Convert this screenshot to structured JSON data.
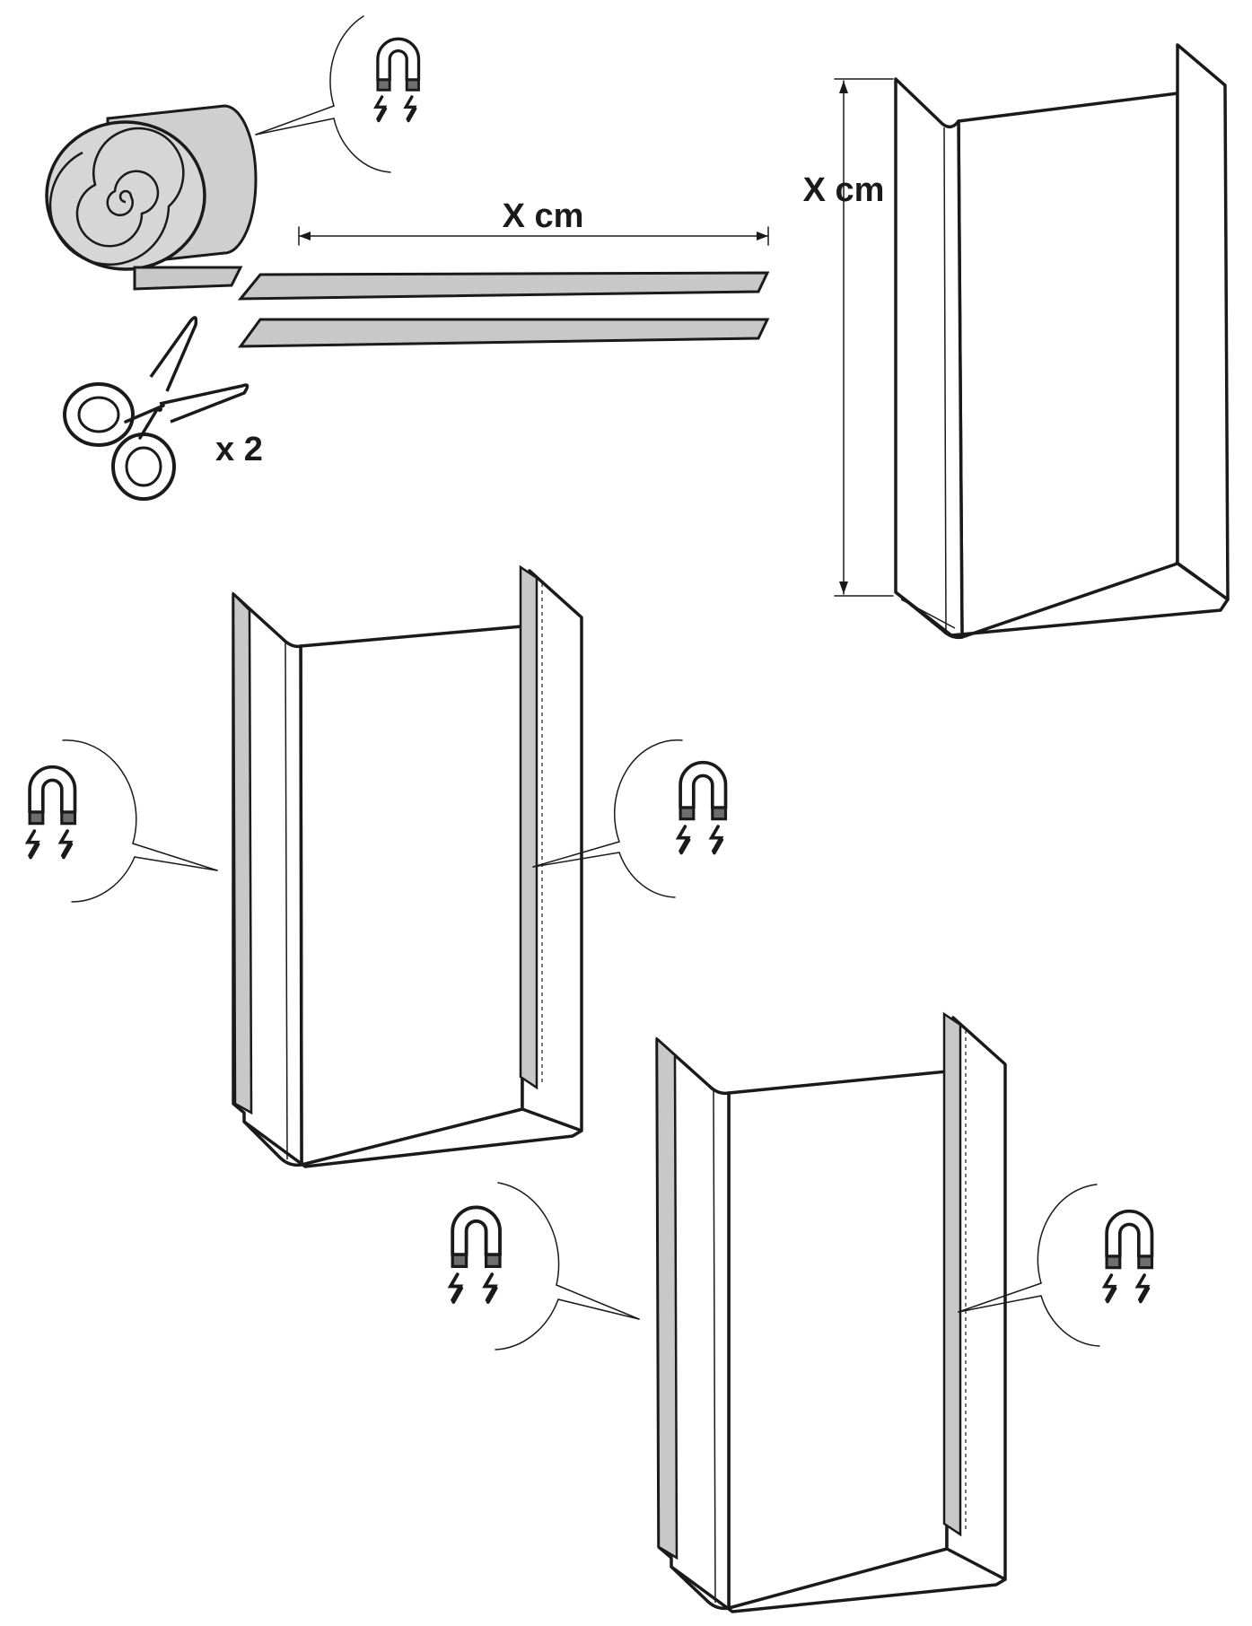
{
  "labels": {
    "width_dimension": "X cm",
    "height_dimension": "X cm",
    "cut_count": "x 2"
  },
  "icons": {
    "magnet": "magnet-icon",
    "scissors": "scissors-icon",
    "roll": "magnetic-tape-roll"
  },
  "colors": {
    "ink": "#1a1a1a",
    "strip_fill": "#c8c8c8",
    "roll_fill": "#cfcfcf",
    "panel_fill": "#ffffff",
    "magnet_tip": "#6e6e6e"
  }
}
